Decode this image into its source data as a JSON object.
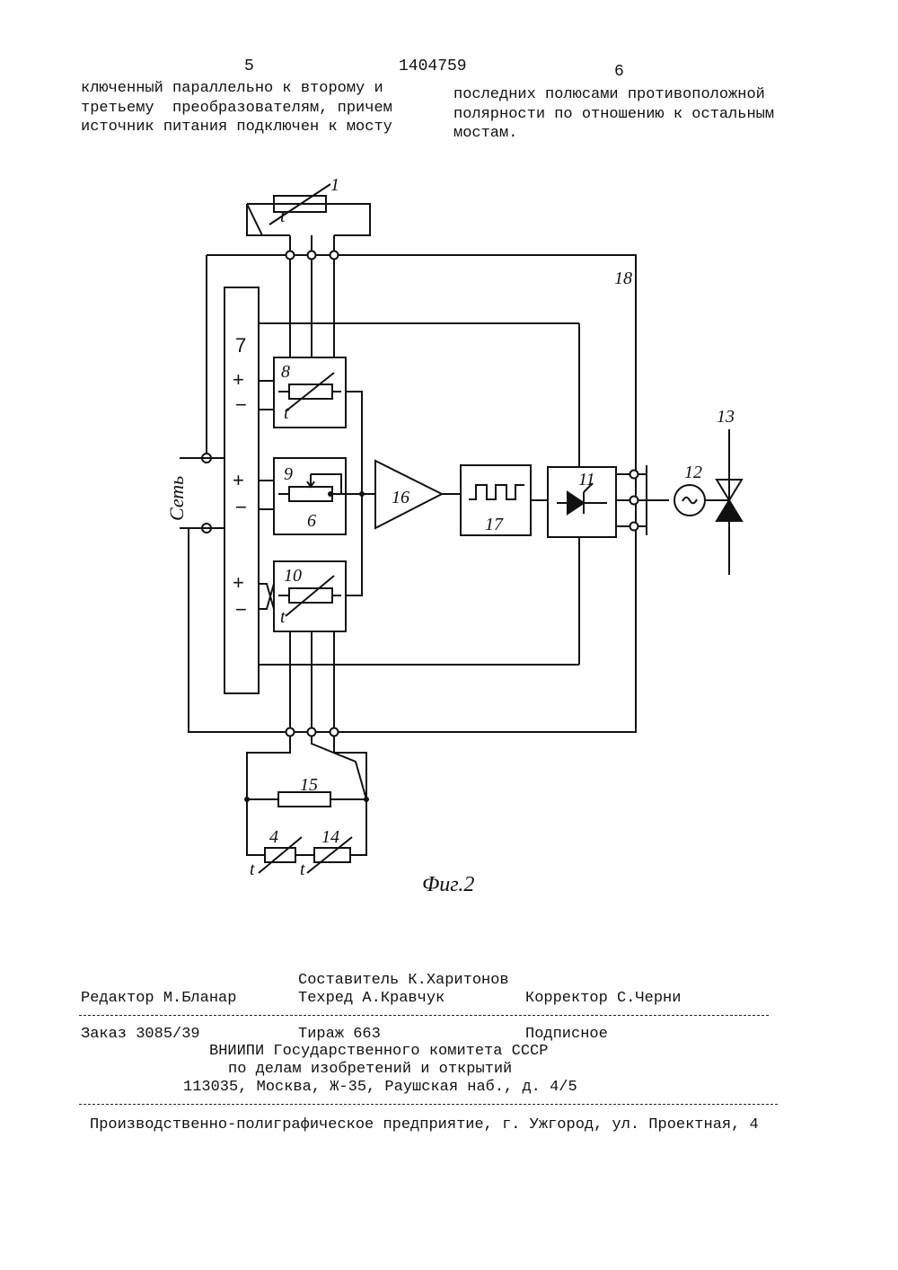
{
  "header": {
    "page_left": "5",
    "patent_no": "1404759",
    "page_right": "6"
  },
  "text": {
    "left_col": [
      "ключенный параллельно к второму и",
      "третьему  преобразователям, причем",
      "источник питания подключен к мосту"
    ],
    "right_col": [
      "последних полюсами противоположной",
      "полярности по отношению к остальным",
      "мостам."
    ]
  },
  "figure": {
    "caption": "Фиг.2",
    "net_label": "Сеть",
    "labels": {
      "n1": "1",
      "n4": "4",
      "n6": "6",
      "n7": "7",
      "n8": "8",
      "n9": "9",
      "n10": "10",
      "n11": "11",
      "n12": "12",
      "n13": "13",
      "n14": "14",
      "n15": "15",
      "n16": "16",
      "n17": "17",
      "n18": "18",
      "t": "t"
    }
  },
  "imprint": {
    "compiler": "Составитель К.Харитонов",
    "editor": "Редактор М.Бланар",
    "techred": "Техред А.Кравчук",
    "corrector": "Корректор С.Черни",
    "order": "Заказ 3085/39",
    "circulation": "Тираж 663",
    "subscription": "Подписное",
    "org1": "ВНИИПИ Государственного комитета СССР",
    "org2": "по делам изобретений и открытий",
    "address": "113035, Москва, Ж-35, Раушская наб., д. 4/5",
    "printer": "Производственно-полиграфическое предприятие, г. Ужгород, ул. Проектная, 4"
  }
}
